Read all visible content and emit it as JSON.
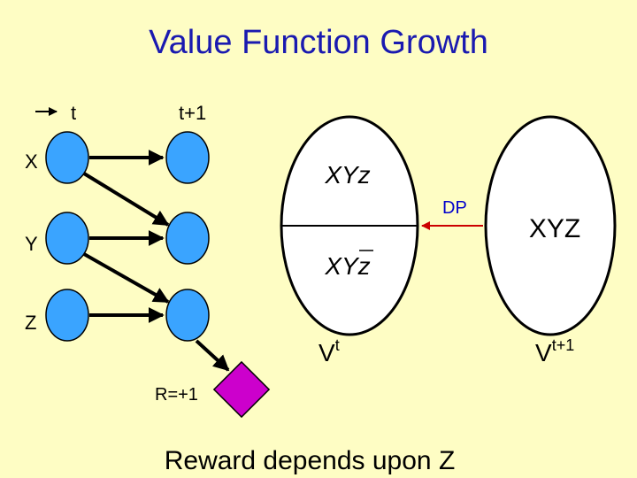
{
  "title": "Value Function Growth",
  "time_labels": {
    "t": "t",
    "t_plus_1": "t+1"
  },
  "variables": [
    "X",
    "Y",
    "Z"
  ],
  "reward_label": "R=+1",
  "footer": "Reward depends upon Z",
  "value_t": {
    "label_base": "V",
    "label_sup": "t",
    "top_region": "XYz",
    "bottom_region": "XYz",
    "bottom_overbar": "z"
  },
  "value_t1": {
    "label_base": "V",
    "label_sup": "t+1",
    "region": "XYZ"
  },
  "dp_label": "DP",
  "colors": {
    "background": "#fefdc4",
    "title": "#1a1ab0",
    "node_fill": "#3aa4ff",
    "reward_fill": "#cc00cc",
    "dp_text": "#0000cc",
    "dp_arrow": "#cc0000"
  }
}
